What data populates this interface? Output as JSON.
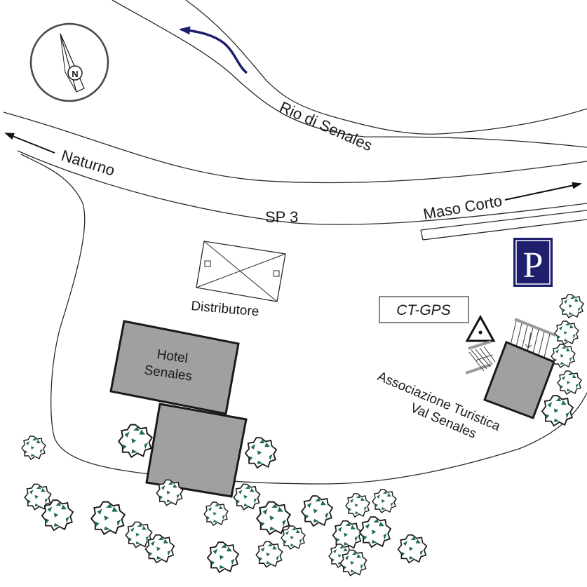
{
  "map": {
    "labels": {
      "river": "Rio di Senales",
      "road": "SP 3",
      "west_destination": "Naturno",
      "east_destination": "Maso Corto",
      "fuel_station": "Distributore",
      "hotel_line1": "Hotel",
      "hotel_line2": "Senales",
      "tourist_office_line1": "Associazione Turistica",
      "tourist_office_line2": "Val Senales",
      "gps_point": "CT-GPS",
      "parking": "P",
      "compass_north": "N"
    },
    "colors": {
      "parking_bg": "#1f1f6e",
      "parking_text": "#ffffff",
      "river_flow_arrow": "#1e1e6e",
      "building_fill": "#a0a0a0",
      "tree_fill": "#1f6e4a",
      "stairs": "#9a9a9a"
    },
    "icons": [
      "compass-rose-icon",
      "parking-sign-icon",
      "trig-point-icon",
      "tree-icon",
      "river-flow-arrow-icon",
      "direction-arrow-icon",
      "stairs-icon"
    ]
  }
}
